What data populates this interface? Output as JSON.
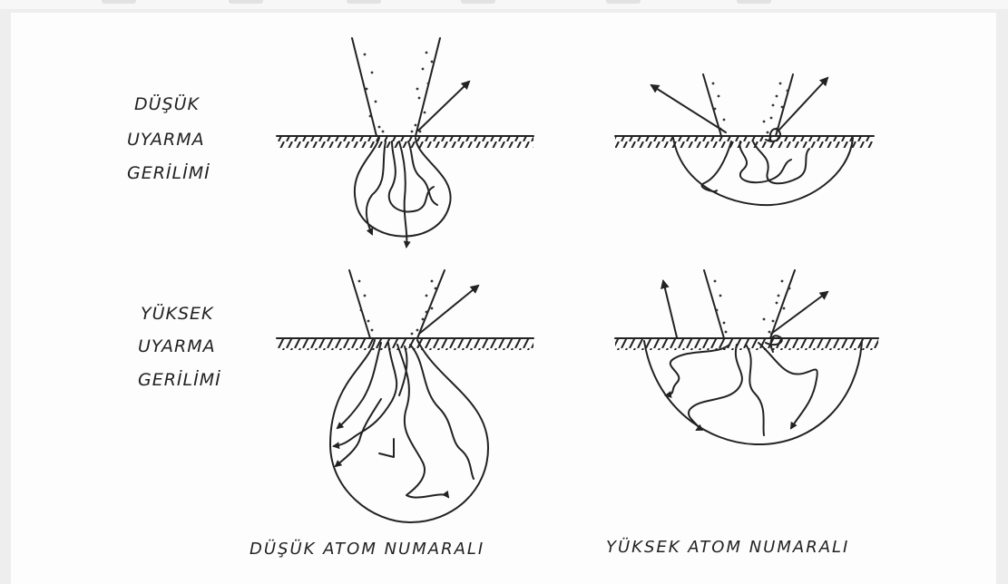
{
  "row_labels": {
    "low_voltage": [
      "DÜŞÜK",
      "UYARMA",
      "GERİLİMİ"
    ],
    "high_voltage": [
      "YÜKSEK",
      "UYARMA",
      "GERİLİMİ"
    ]
  },
  "column_labels": {
    "low_atomic_number": "DÜŞÜK ATOM NUMARALI",
    "high_atomic_number": "YÜKSEK ATOM NUMARALI"
  }
}
